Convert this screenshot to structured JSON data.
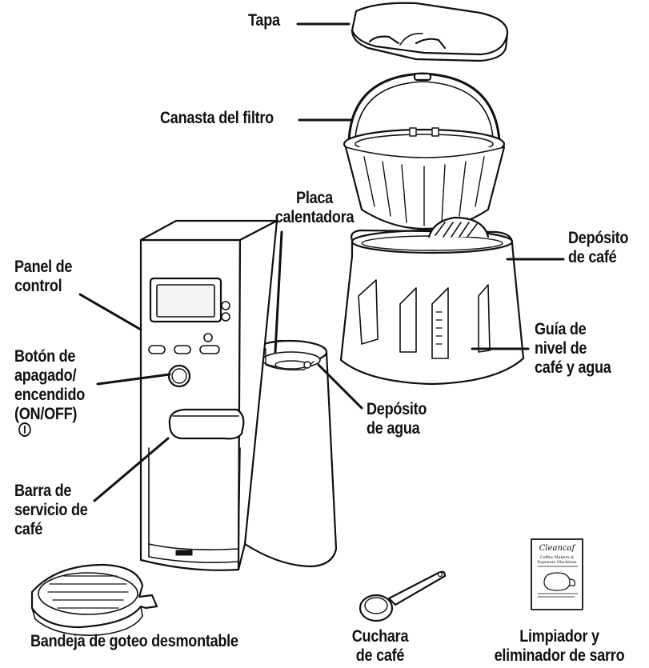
{
  "labels": {
    "tapa": "Tapa",
    "canasta": "Canasta del filtro",
    "placa": [
      "Placa",
      "calentadora"
    ],
    "deposito_cafe": [
      "Depósito",
      "de café"
    ],
    "panel": [
      "Panel de",
      "control"
    ],
    "boton": [
      "Botón de",
      "apagado/",
      "encendido",
      "(ON/OFF)"
    ],
    "guia": [
      "Guía de",
      "nivel de",
      "café y agua"
    ],
    "deposito_agua": [
      "Depósito",
      "de agua"
    ],
    "barra": [
      "Barra de",
      "servicio de",
      "café"
    ],
    "bandeja": "Bandeja de goteo desmontable",
    "cuchara": [
      "Cuchara",
      "de café"
    ],
    "limpiador": [
      "Limpiador y",
      "eliminador de sarro"
    ]
  },
  "packet": {
    "brand": "Cleancaf",
    "line1": "Coffee Makers &",
    "line2": "Espresso Machines"
  },
  "icons": {
    "power": "power-icon"
  },
  "colors": {
    "ink": "#111111",
    "paper": "#ffffff",
    "screen": "#f4f4f4"
  }
}
